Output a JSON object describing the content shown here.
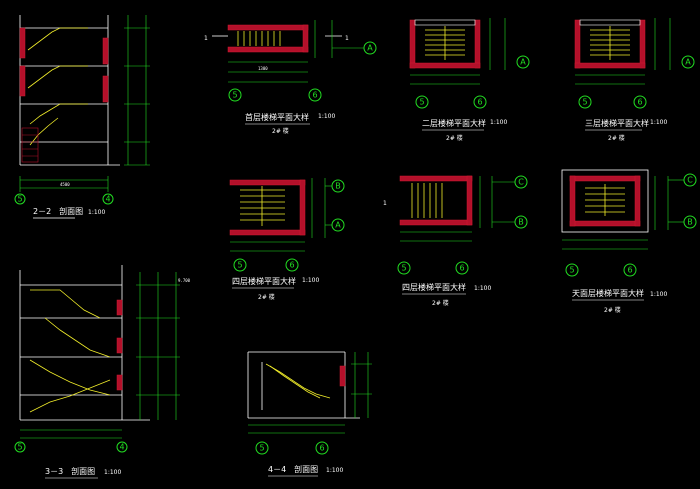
{
  "drawings": [
    {
      "id": "sec22",
      "title": "2－2　剖面图",
      "scale": "1:100"
    },
    {
      "id": "plan1",
      "title": "首层楼梯平面大样",
      "scale": "1:100",
      "note": "2# 楼"
    },
    {
      "id": "plan2",
      "title": "二层楼梯平面大样",
      "scale": "1:100",
      "note": "2# 楼"
    },
    {
      "id": "plan3",
      "title": "三层楼梯平面大样",
      "scale": "1:100",
      "note": "2# 楼"
    },
    {
      "id": "plan4",
      "title": "四层楼梯平面大样",
      "scale": "1:100",
      "note": "2# 楼"
    },
    {
      "id": "plan5",
      "title": "四层楼梯平面大样",
      "scale": "1:100",
      "note": "2# 楼"
    },
    {
      "id": "plan6",
      "title": "天面层楼梯平面大样",
      "scale": "1:100",
      "note": "2# 楼"
    },
    {
      "id": "sec33",
      "title": "3－3　剖面图",
      "scale": "1:100"
    },
    {
      "id": "sec44",
      "title": "4－4　剖面图",
      "scale": "1:100"
    }
  ],
  "axis_labels": [
    "A",
    "B",
    "C",
    "4",
    "5",
    "6"
  ],
  "dimensions": {
    "stair_flight": "1300",
    "total": "4500",
    "top_level": "9.700"
  },
  "colors": {
    "background": "#000000",
    "grid": "#22dd22",
    "wall": "#b3102a",
    "stair": "#f2ee2a",
    "line": "#ffffff"
  }
}
